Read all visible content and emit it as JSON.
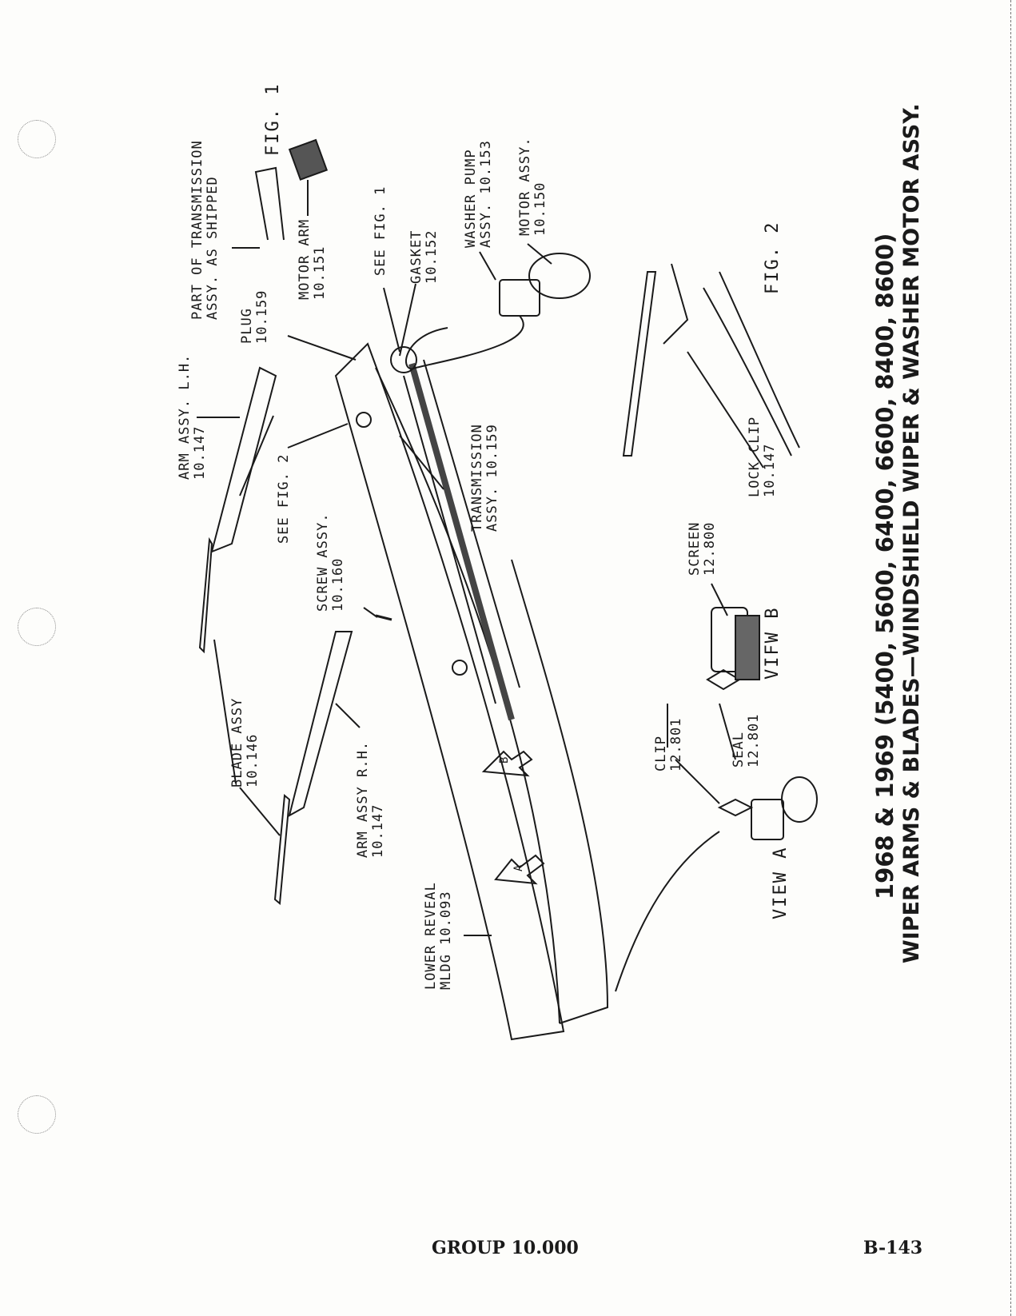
{
  "title": {
    "line1": "1968 & 1969 (5400, 5600, 6400, 6600, 8400, 8600)",
    "line2": "WIPER ARMS & BLADES—WINDSHIELD WIPER & WASHER MOTOR ASSY."
  },
  "footer": {
    "group": "GROUP 10.000",
    "page": "B-143"
  },
  "figures": {
    "fig1": "FIG. 1",
    "fig2": "FIG. 2"
  },
  "callouts": {
    "transmission_shipped": [
      "PART OF TRANSMISSION",
      "ASSY. AS SHIPPED"
    ],
    "motor_arm": [
      "MOTOR ARM",
      "10.151"
    ],
    "plug": [
      "PLUG",
      "10.159"
    ],
    "see_fig1": "SEE FIG. 1",
    "gasket": [
      "GASKET",
      "10.152"
    ],
    "washer_pump": [
      "WASHER PUMP",
      "ASSY. 10.153"
    ],
    "motor_assy": [
      "MOTOR ASSY.",
      "10.150"
    ],
    "arm_lh": [
      "ARM ASSY. L.H.",
      "10.147"
    ],
    "see_fig2": "SEE FIG. 2",
    "transmission": [
      "TRANSMISSION",
      "ASSY. 10.159"
    ],
    "lock_clip": [
      "LOCK CLIP",
      "10.147"
    ],
    "screw": [
      "SCREW ASSY.",
      "10.160"
    ],
    "screen": [
      "SCREEN",
      "12.800"
    ],
    "blade": [
      "BLADE ASSY",
      "10.146"
    ],
    "clip": [
      "CLIP",
      "12.801"
    ],
    "seal": [
      "SEAL",
      "12.801"
    ],
    "arm_rh": [
      "ARM ASSY R.H.",
      "10.147"
    ],
    "reveal": [
      "LOWER REVEAL",
      "MLDG 10.093"
    ],
    "view_a": "VIEW A",
    "view_b": "VIFW B",
    "arrow_a": "A",
    "arrow_b": "B"
  }
}
